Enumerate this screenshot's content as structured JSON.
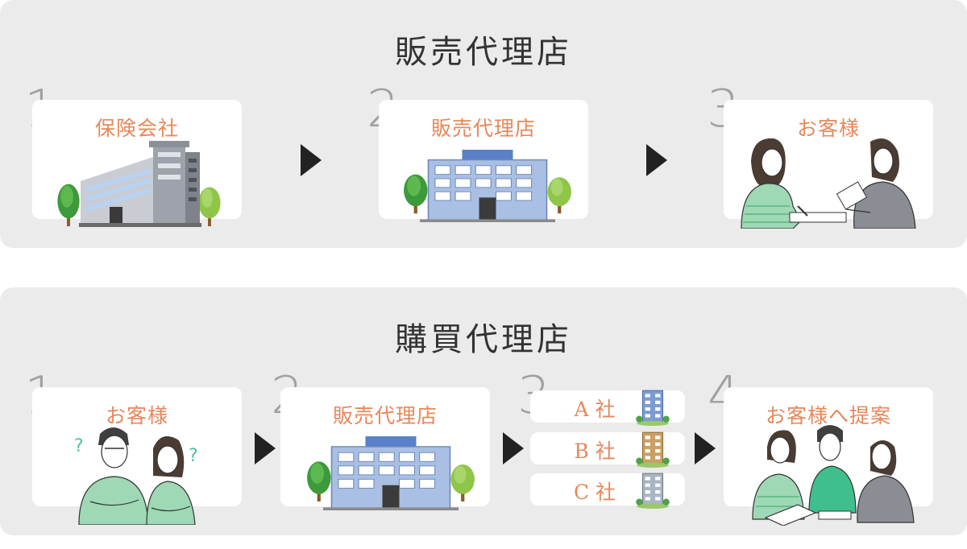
{
  "sales_agency": {
    "title": "販売代理店",
    "steps": [
      {
        "number": "1",
        "label": "保険会社",
        "icon": "insurance-company-building-icon"
      },
      {
        "number": "2",
        "label": "販売代理店",
        "icon": "agency-building-icon"
      },
      {
        "number": "3",
        "label": "お客様",
        "icon": "customer-consultation-icon"
      }
    ]
  },
  "purchase_agency": {
    "title": "購買代理店",
    "steps": [
      {
        "number": "1",
        "label": "お客様",
        "icon": "confused-customers-icon"
      },
      {
        "number": "2",
        "label": "販売代理店",
        "icon": "agency-building-icon"
      },
      {
        "number": "3",
        "companies": [
          "A 社",
          "B 社",
          "C 社"
        ],
        "icon": "company-building-icon"
      },
      {
        "number": "4",
        "label": "お客様へ提案",
        "icon": "proposal-meeting-icon"
      }
    ]
  },
  "colors": {
    "accent": "#e8875a",
    "panel": "#ebebeb",
    "number": "#a0a0a0",
    "arrow": "#222222"
  }
}
